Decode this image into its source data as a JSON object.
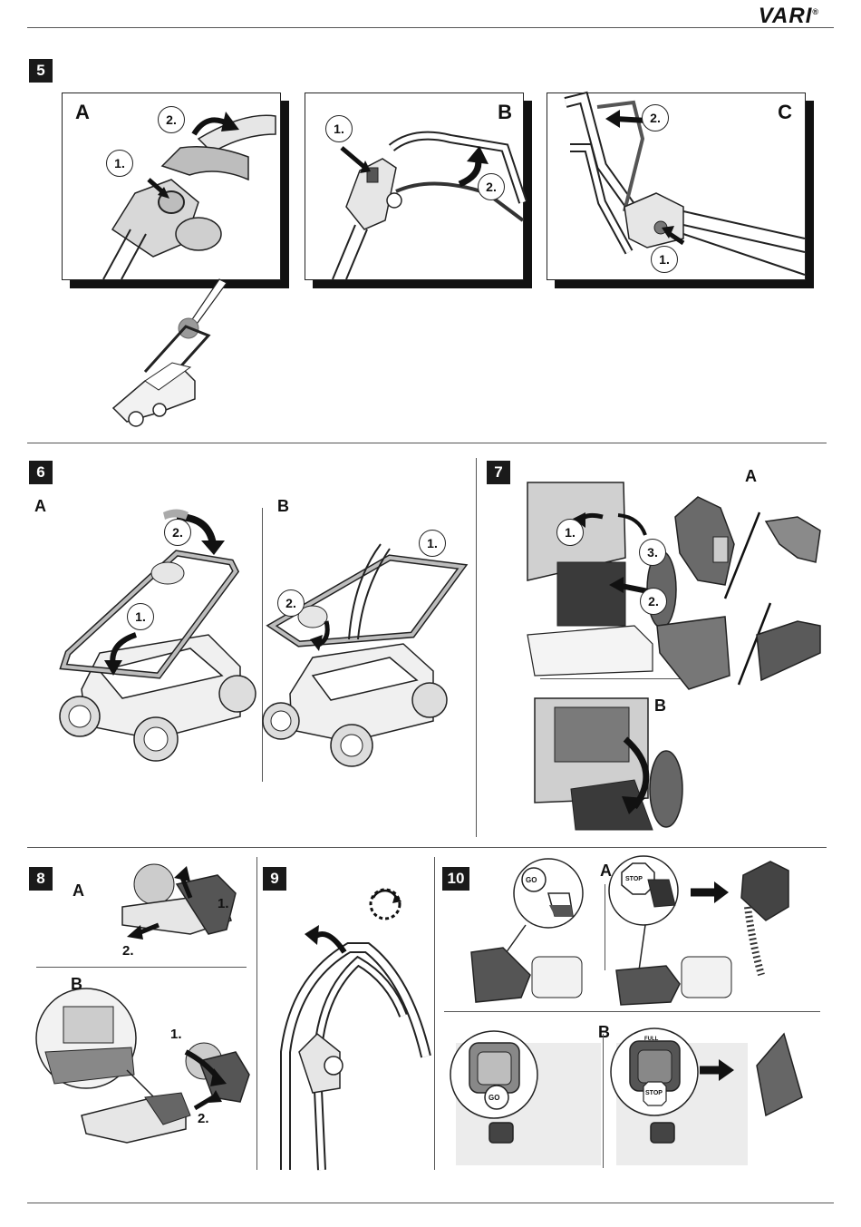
{
  "header": {
    "brand": "VARI",
    "reg": "®"
  },
  "steps": {
    "s5": {
      "number": "5",
      "panels": [
        "A",
        "B",
        "C"
      ],
      "a_n1": "1.",
      "a_n2": "2.",
      "b_n1": "1.",
      "b_n2": "2.",
      "c_n1": "1.",
      "c_n2": "2."
    },
    "s6": {
      "number": "6",
      "a": "A",
      "b": "B",
      "a_n1": "1.",
      "a_n2": "2.",
      "b_n1": "1.",
      "b_n2": "2."
    },
    "s7": {
      "number": "7",
      "a": "A",
      "b": "B",
      "n1": "1.",
      "n2": "2.",
      "n3": "3."
    },
    "s8": {
      "number": "8",
      "a": "A",
      "b": "B",
      "a_n1": "1.",
      "a_n2": "2.",
      "b_n1": "1.",
      "b_n2": "2."
    },
    "s9": {
      "number": "9"
    },
    "s10": {
      "number": "10",
      "a": "A",
      "b": "B",
      "go": "GO",
      "stop": "STOP",
      "full": "FULL"
    }
  },
  "colors": {
    "ink": "#111111",
    "grey_fill": "#bdbdbd",
    "dark_fill": "#4a4a4a",
    "light_fill": "#e6e6e6"
  }
}
